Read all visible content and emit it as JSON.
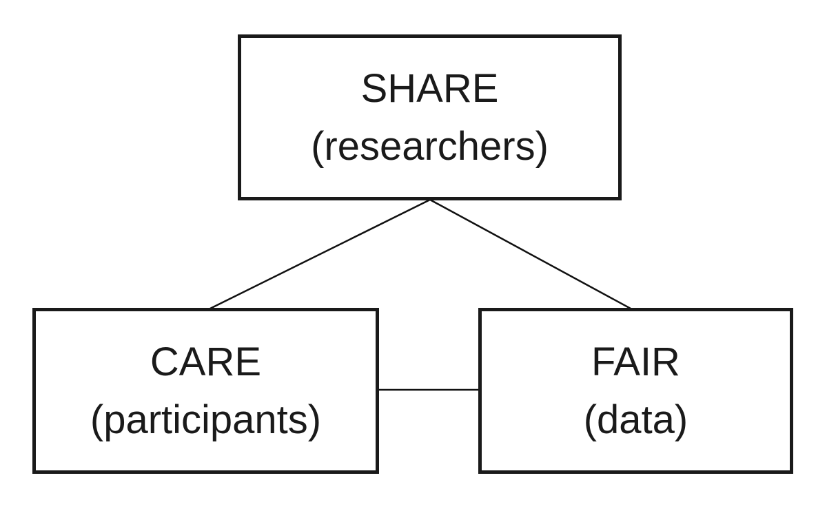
{
  "nodes": {
    "share": {
      "title": "SHARE",
      "subtitle": "(researchers)"
    },
    "care": {
      "title": "CARE",
      "subtitle": "(participants)"
    },
    "fair": {
      "title": "FAIR",
      "subtitle": "(data)"
    }
  },
  "edges": [
    {
      "from": "share",
      "to": "care"
    },
    {
      "from": "share",
      "to": "fair"
    },
    {
      "from": "care",
      "to": "fair"
    }
  ]
}
